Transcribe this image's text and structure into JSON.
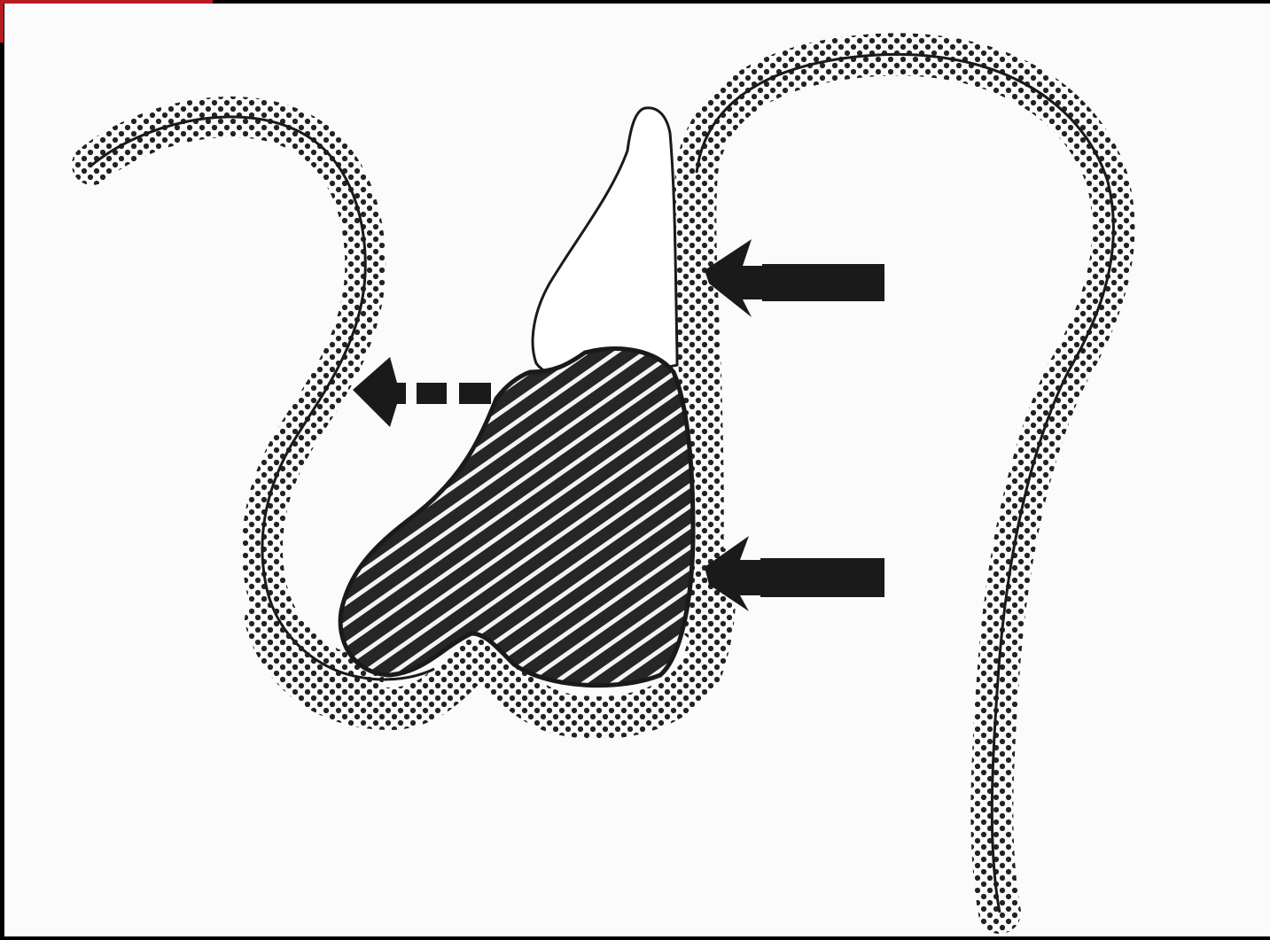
{
  "figure": {
    "description_labels": [],
    "colors": {
      "background": "#fbfbfb",
      "frame": "#000000",
      "accent": "#b81c22",
      "ink": "#1a1a1a",
      "stipple": "#222222",
      "hatch_light": "#f4f4f4"
    },
    "arrows": [
      {
        "id": "upper-pressure-arrow",
        "style": "solid",
        "direction": "left"
      },
      {
        "id": "lower-pressure-arrow",
        "style": "solid",
        "direction": "left"
      },
      {
        "id": "displacement-arrow",
        "style": "dashed",
        "direction": "left"
      }
    ],
    "regions": [
      {
        "id": "tooth-crown",
        "fill": "plain"
      },
      {
        "id": "lesion-mass",
        "fill": "hatched"
      },
      {
        "id": "left-tissue-fold",
        "fill": "stippled-border"
      },
      {
        "id": "right-tissue-fold",
        "fill": "stippled-border"
      }
    ]
  }
}
